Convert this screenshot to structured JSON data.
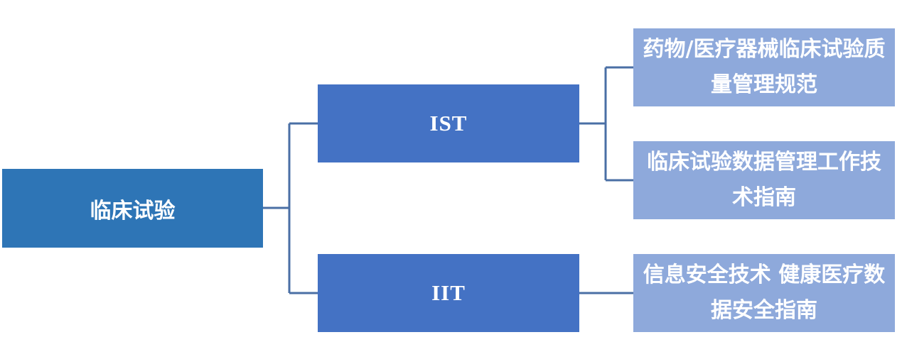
{
  "diagram": {
    "root": {
      "label": "临床试验"
    },
    "branches": [
      {
        "label": "IST",
        "children": [
          {
            "label": "药物/医疗器械临床试验质量管理规范"
          },
          {
            "label": "临床试验数据管理工作技术指南"
          }
        ]
      },
      {
        "label": "IIT",
        "children": [
          {
            "label": "信息安全技术 健康医疗数据安全指南"
          }
        ]
      }
    ],
    "colors": {
      "root_fill": "#2E75B6",
      "branch_fill": "#4472C4",
      "leaf_fill": "#8EA9DB",
      "connector": "#4A6FA5",
      "text": "#FFFFFF"
    }
  }
}
